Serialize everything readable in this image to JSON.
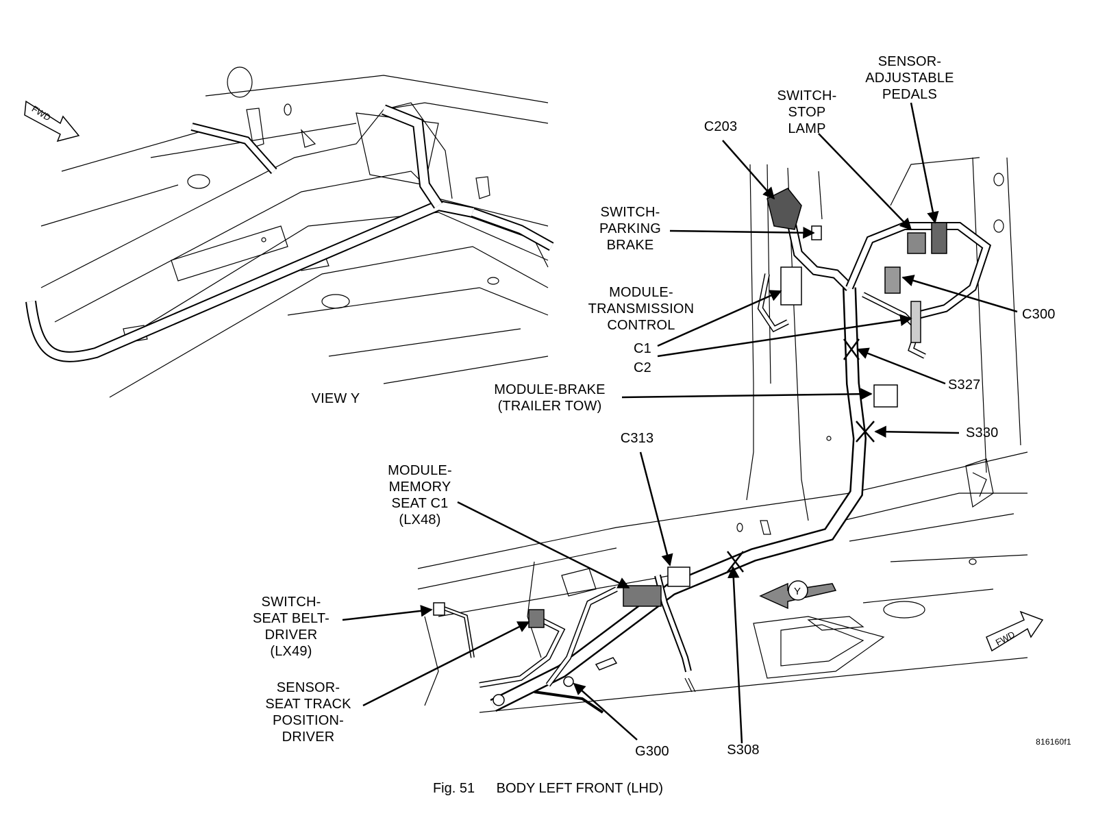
{
  "view_label": "VIEW Y",
  "fwd_text": "FWD",
  "y_marker": "Y",
  "drawing_number": "816160f1",
  "caption": {
    "fig": "Fig. 51",
    "title": "BODY LEFT FRONT (LHD)"
  },
  "labels": {
    "sensor_adjustable_pedals": [
      "SENSOR-",
      "ADJUSTABLE",
      "PEDALS"
    ],
    "switch_stop_lamp": [
      "SWITCH-",
      "STOP",
      "LAMP"
    ],
    "c203": "C203",
    "switch_parking_brake": [
      "SWITCH-",
      "PARKING",
      "BRAKE"
    ],
    "module_transmission_control": [
      "MODULE-",
      "TRANSMISSION",
      "CONTROL"
    ],
    "c1": "C1",
    "c2": "C2",
    "c300": "C300",
    "s327": "S327",
    "module_brake": [
      "MODULE-BRAKE",
      "(TRAILER TOW)"
    ],
    "s330": "S330",
    "c313": "C313",
    "module_memory_seat": [
      "MODULE-",
      "MEMORY",
      "SEAT C1",
      "(LX48)"
    ],
    "switch_seat_belt": [
      "SWITCH-",
      "SEAT BELT-",
      "DRIVER",
      "(LX49)"
    ],
    "sensor_seat_track": [
      "SENSOR-",
      "SEAT TRACK",
      "POSITION-",
      "DRIVER"
    ],
    "g300": "G300",
    "s308": "S308"
  }
}
